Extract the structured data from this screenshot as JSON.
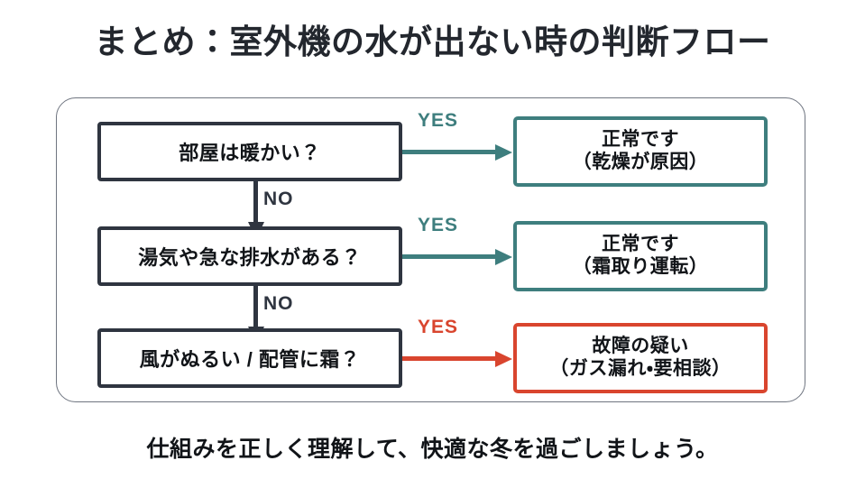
{
  "title": "まとめ：室外機の水が出ない時の判断フロー",
  "caption": "仕組みを正しく理解して、快適な冬を過ごしましょう。",
  "colors": {
    "text": "#111418",
    "decision_border": "#2f3540",
    "normal_accent": "#3e7e7e",
    "alert_accent": "#d9452e",
    "panel_border": "#6f7580",
    "background": "#ffffff"
  },
  "flow": {
    "rows": [
      {
        "decision": "部屋は暖かい？",
        "yes_label": "YES",
        "result_line1": "正常です",
        "result_line2": "（乾燥が原因）",
        "result_tone": "normal"
      },
      {
        "decision": "湯気や急な排水がある？",
        "yes_label": "YES",
        "result_line1": "正常です",
        "result_line2": "（霜取り運転）",
        "result_tone": "normal"
      },
      {
        "decision": "風がぬるい / 配管に霜？",
        "yes_label": "YES",
        "result_line1": "故障の疑い",
        "result_line2": "（ガス漏れ・要相談）",
        "result_tone": "alert"
      }
    ],
    "no_labels": [
      "NO",
      "NO"
    ]
  }
}
